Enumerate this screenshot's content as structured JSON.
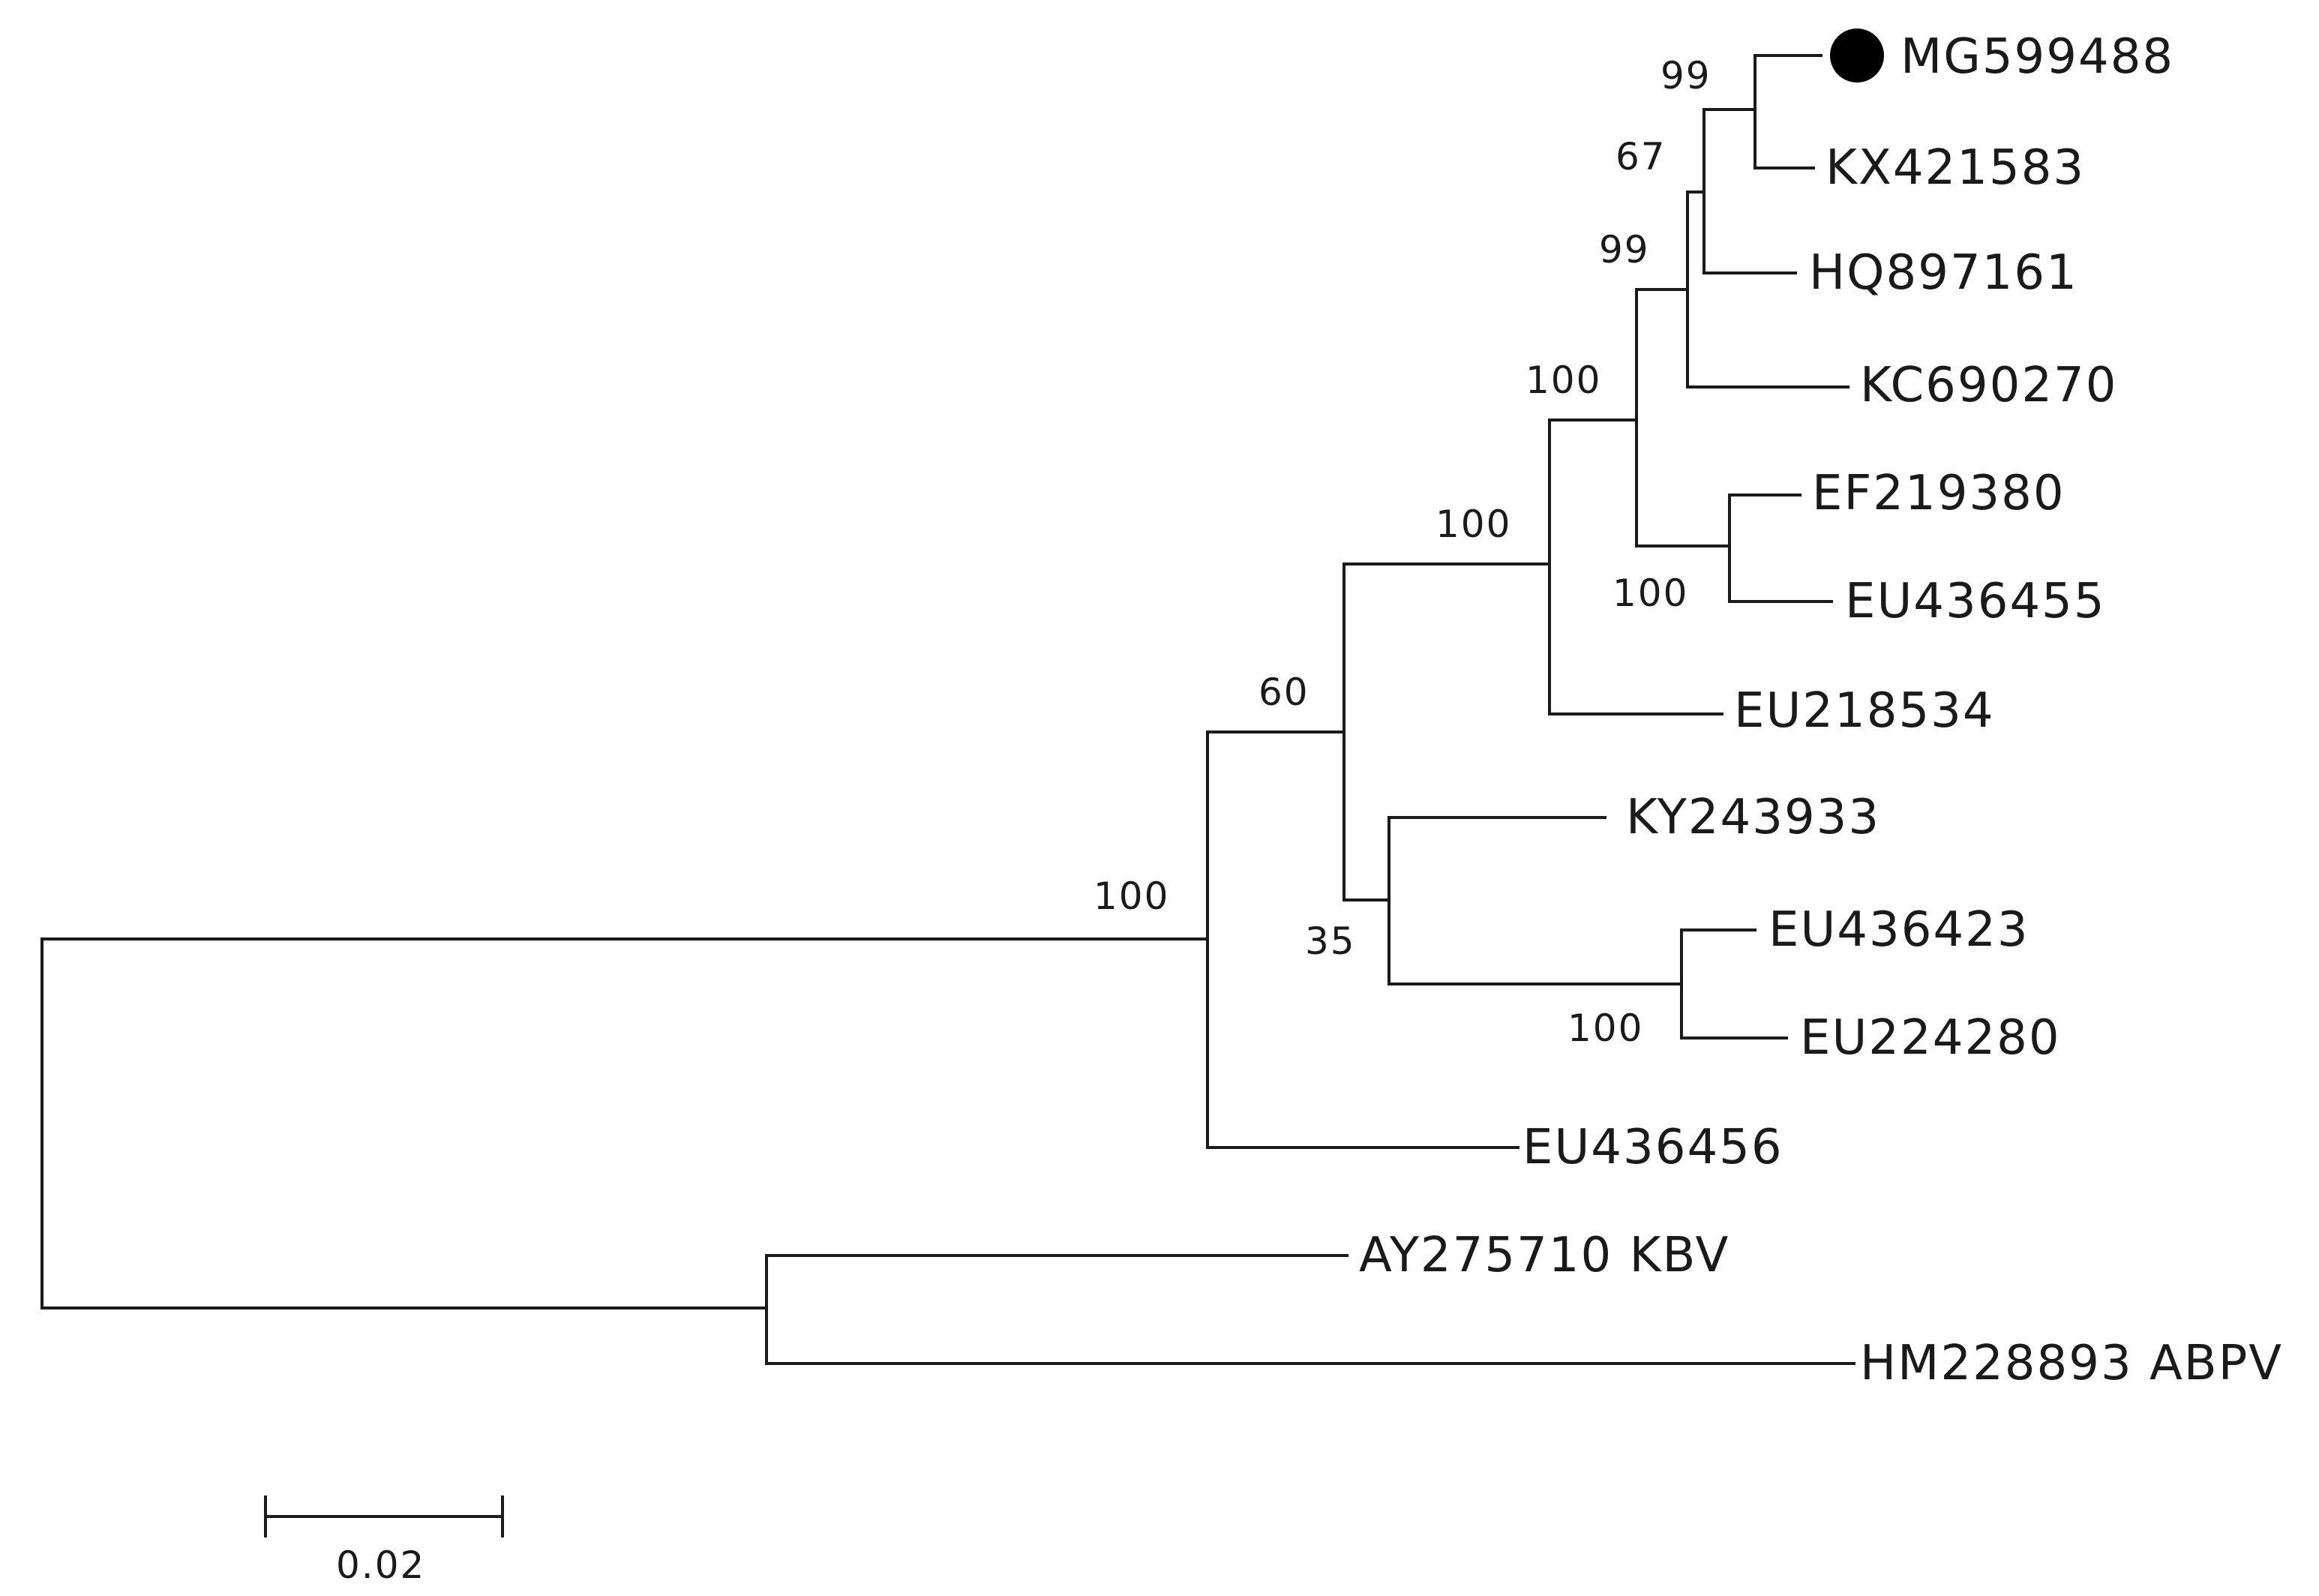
{
  "tree": {
    "taxa": [
      {
        "id": "mg599488",
        "label": "MG599488",
        "highlighted": true
      },
      {
        "id": "kx421583",
        "label": "KX421583"
      },
      {
        "id": "hq897161",
        "label": "HQ897161"
      },
      {
        "id": "kc690270",
        "label": "KC690270"
      },
      {
        "id": "ef219380",
        "label": "EF219380"
      },
      {
        "id": "eu436455",
        "label": "EU436455"
      },
      {
        "id": "eu218534",
        "label": "EU218534"
      },
      {
        "id": "ky243933",
        "label": "KY243933"
      },
      {
        "id": "eu436423",
        "label": "EU436423"
      },
      {
        "id": "eu224280",
        "label": "EU224280"
      },
      {
        "id": "eu436456",
        "label": "EU436456"
      },
      {
        "id": "ay275710",
        "label": "AY275710 KBV"
      },
      {
        "id": "hm228893",
        "label": "HM228893 ABPV"
      }
    ],
    "support_values": [
      {
        "id": "mg-kx",
        "value": "99"
      },
      {
        "id": "mg-kx-hq",
        "value": "67"
      },
      {
        "id": "mg-kx-hq-kc",
        "value": "99"
      },
      {
        "id": "ef-eu436455",
        "value": "100"
      },
      {
        "id": "core-clade",
        "value": "100"
      },
      {
        "id": "core-plus-eu218534",
        "value": "100"
      },
      {
        "id": "eu436423-eu224280",
        "value": "100"
      },
      {
        "id": "ky-eu-clade",
        "value": "35"
      },
      {
        "id": "main-clade",
        "value": "60"
      },
      {
        "id": "ingroup",
        "value": "100"
      }
    ],
    "scale_bar": {
      "label": "0.02"
    },
    "colors": {
      "line": "#1a1a1a",
      "marker": "#000000",
      "background": "#ffffff"
    }
  }
}
